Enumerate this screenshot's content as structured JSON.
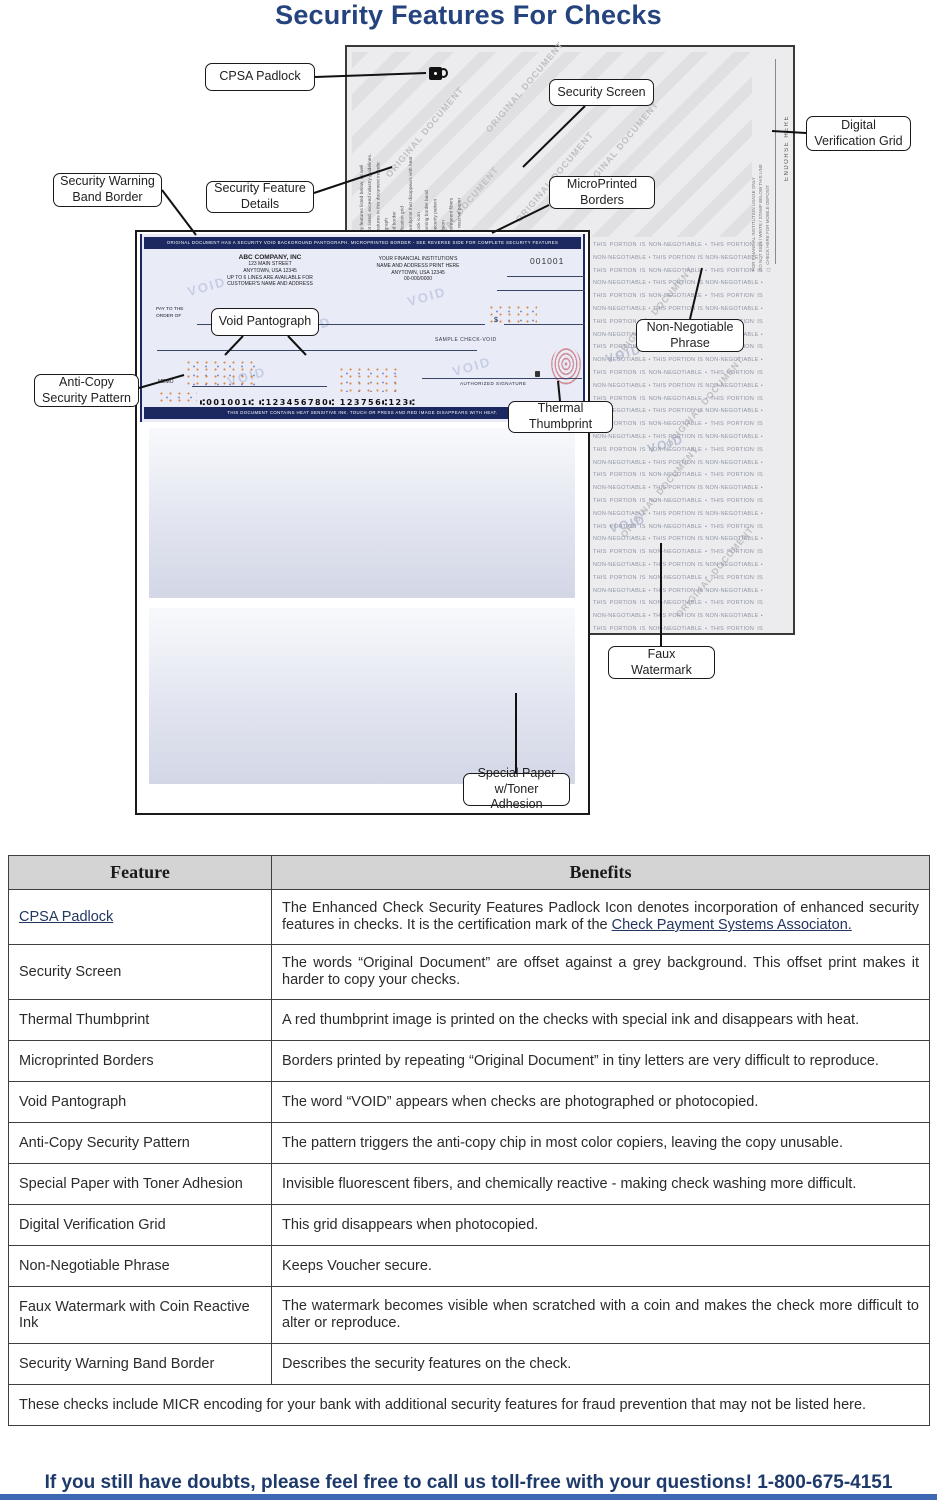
{
  "page": {
    "title": "Security Features For Checks",
    "footer": "If you still have doubts, please feel free to call us toll-free with your questions! 1-800-675-4151",
    "accent_color": "#24437f",
    "bottom_bar_color": "#3c69b1"
  },
  "callouts": {
    "cpsa_padlock": "CPSA Padlock",
    "security_screen": "Security Screen",
    "digital_verification_grid": "Digital\nVerification Grid",
    "security_warning_band_border": "Security Warning\nBand Border",
    "security_feature_details": "Security Feature\nDetails",
    "microprinted_borders": "MicroPrinted\nBorders",
    "void_pantograph": "Void Pantograph",
    "non_negotiable_phrase": "Non-Negotiable\nPhrase",
    "anti_copy_security_pattern": "Anti-Copy\nSecurity Pattern",
    "thermal_thumbprint": "Thermal\nThumbprint",
    "faux_watermark": "Faux\nWatermark",
    "special_paper": "Special Paper\nw/Toner Adhesion"
  },
  "check": {
    "warning_band_top": "ORIGINAL DOCUMENT HAS A SECURITY VOID BACKGROUND PANTOGRAPH. MICROPRINTED BORDER - SEE REVERSE SIDE FOR COMPLETE SECURITY FEATURES",
    "company_name": "ABC COMPANY, INC",
    "company_address": "123 MAIN STREET\nANYTOWN, USA 12345\nUP TO 6 LINES ARE AVAILABLE FOR\nCUSTOMER'S NAME AND ADDRESS",
    "bank_block": "YOUR FINANCIAL INSTITUTION'S\nNAME AND ADDRESS PRINT HERE\nANYTOWN, USA 12345\n00-000/0000",
    "check_number": "001001",
    "pay_to_label": "PAY TO THE\nORDER OF",
    "dollar_sign": "$",
    "sample_text": "SAMPLE CHECK-VOID",
    "memo_label": "MEMO",
    "signature_label": "AUTHORIZED SIGNATURE",
    "micr_line": "⑆001001⑆ ⑆123456780⑆ 123756⑆123⑆",
    "warning_band_bottom": "THIS DOCUMENT CONTAINS HEAT SENSITIVE INK. TOUCH OR PRESS AND RED IMAGE DISAPPEARS WITH HEAT.",
    "void_text": "VOID"
  },
  "back_document": {
    "watermark": "ORIGINAL DOCUMENT",
    "non_negotiable_phrase": "THIS PORTION IS NON-NEGOTIABLE",
    "endorse_here": "ENDORSE HERE",
    "mobile_deposit": "☐ CHECK HERE FOR MOBILE DEPOSIT",
    "do_not_sign": "DO NOT SIGN / WRITE / STAMP BELOW THIS LINE",
    "institution_only": "FOR FINANCIAL INSTITUTION USAGE ONLY",
    "feature_details": "The security features listed below, as well\nas those not listed, exceed industry guidelines.\nSecurity Features in this document include:\nVoid pantograph\nMicroprinted border\nDigital verification grid\nThermal thumbprint that disappears with heat\nCPSA padlock icon\nSecurity warning border band\nAnti-copy security pattern\nToner adhesion\nInvisible fluorescent fibers\nChemically reactive paper"
  },
  "table": {
    "headers": [
      "Feature",
      "Benefits"
    ],
    "rows": [
      {
        "feature": "CPSA Padlock",
        "benefit": "The Enhanced Check Security Features Padlock Icon denotes incorporation of enhanced security features in checks. It is the certification mark of the ",
        "benefit_link": "Check Payment Systems Associaton."
      },
      {
        "feature": "Security Screen",
        "benefit": "The words “Original Document” are offset against a grey background. This offset print makes it harder to copy your checks."
      },
      {
        "feature": "Thermal Thumbprint",
        "benefit": "A red thumbprint image is printed on the checks with special ink and disappears with heat."
      },
      {
        "feature": "Microprinted Borders",
        "benefit": "Borders printed by repeating “Original Document” in tiny letters are very difficult to reproduce."
      },
      {
        "feature": "Void Pantograph",
        "benefit": "The word “VOID” appears when checks are photographed or photocopied."
      },
      {
        "feature": "Anti-Copy Security Pattern",
        "benefit": "The pattern triggers the anti-copy chip in most color copiers, leaving the copy unusable."
      },
      {
        "feature": "Special Paper with Toner Adhesion",
        "benefit": "Invisible fluorescent fibers, and chemically reactive - making check washing more difficult."
      },
      {
        "feature": "Digital Verification Grid",
        "benefit": "This grid disappears when photocopied."
      },
      {
        "feature": "Non-Negotiable Phrase",
        "benefit": "Keeps Voucher secure."
      },
      {
        "feature": "Faux Watermark with Coin Reactive Ink",
        "benefit": "The watermark becomes visible when scratched with a coin and makes the check more difficult to alter or reproduce."
      },
      {
        "feature": "Security Warning Band Border",
        "benefit": "Describes the security features on the check."
      }
    ],
    "note": "These checks include MICR encoding for your bank with additional security features for fraud prevention that may not be listed here."
  }
}
